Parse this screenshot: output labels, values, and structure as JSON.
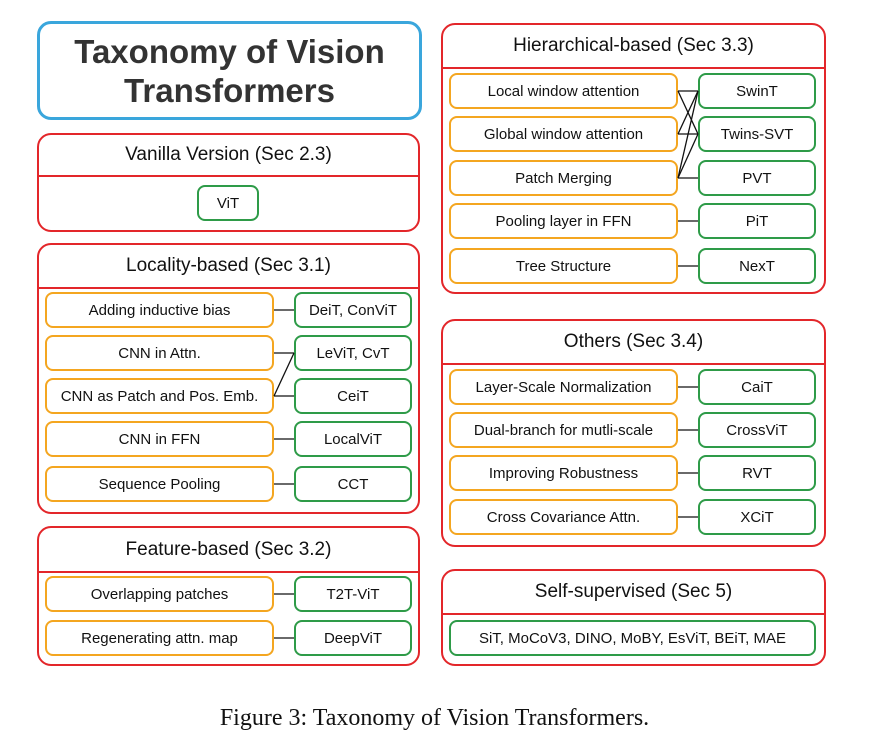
{
  "title": "Taxonomy of Vision Transformers",
  "caption": "Figure 3: Taxonomy of Vision Transformers.",
  "colors": {
    "title_border": "#3aa6dc",
    "section_border": "#e3262a",
    "technique_border": "#f4a620",
    "model_border": "#2e9b48"
  },
  "vanilla": {
    "heading": "Vanilla Version (Sec 2.3)",
    "models": [
      "ViT"
    ]
  },
  "locality": {
    "heading": "Locality-based (Sec 3.1)",
    "techniques": [
      "Adding inductive bias",
      "CNN in Attn.",
      "CNN as Patch and Pos. Emb.",
      "CNN in FFN",
      "Sequence Pooling"
    ],
    "models": [
      "DeiT, ConViT",
      "LeViT, CvT",
      "CeiT",
      "LocalViT",
      "CCT"
    ]
  },
  "feature": {
    "heading": "Feature-based (Sec 3.2)",
    "techniques": [
      "Overlapping patches",
      "Regenerating attn. map"
    ],
    "models": [
      "T2T-ViT",
      "DeepViT"
    ]
  },
  "hierarchical": {
    "heading": "Hierarchical-based (Sec 3.3)",
    "techniques": [
      "Local window attention",
      "Global window attention",
      "Patch Merging",
      "Pooling layer in FFN",
      "Tree Structure"
    ],
    "models": [
      "SwinT",
      "Twins-SVT",
      "PVT",
      "PiT",
      "NexT"
    ]
  },
  "others": {
    "heading": "Others (Sec 3.4)",
    "techniques": [
      "Layer-Scale Normalization",
      "Dual-branch for mutli-scale",
      "Improving Robustness",
      "Cross Covariance Attn."
    ],
    "models": [
      "CaiT",
      "CrossViT",
      "RVT",
      "XCiT"
    ]
  },
  "selfsup": {
    "heading": "Self-supervised (Sec 5)",
    "models": [
      "SiT, MoCoV3, DINO, MoBY, EsViT, BEiT, MAE"
    ]
  }
}
